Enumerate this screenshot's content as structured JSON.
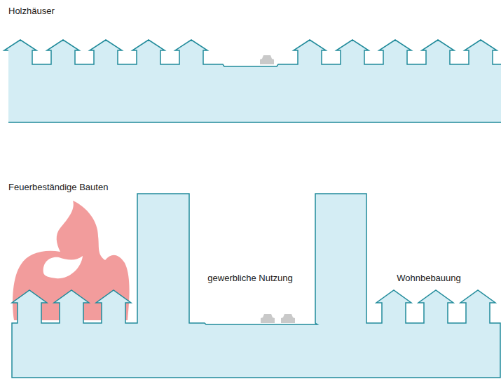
{
  "diagram": {
    "labels": [
      "Holzhäuser",
      "Feuerbeständige Bauten",
      "gewerbliche Nutzung",
      "Wohnbebauung"
    ]
  }
}
